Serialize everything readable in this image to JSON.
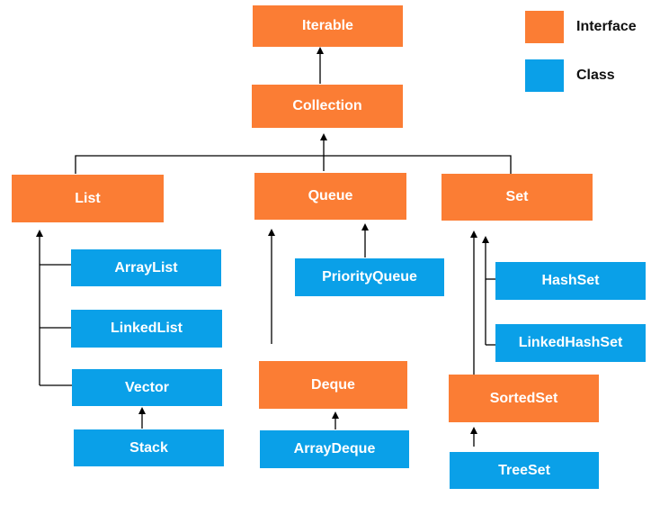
{
  "legend": {
    "interface_label": "Interface",
    "class_label": "Class",
    "interface_color": "#fb7d34",
    "class_color": "#0aa0e8"
  },
  "nodes": {
    "iterable": "Iterable",
    "collection": "Collection",
    "list": "List",
    "queue": "Queue",
    "set": "Set",
    "arraylist": "ArrayList",
    "linkedlist": "LinkedList",
    "vector": "Vector",
    "stack": "Stack",
    "priorityqueue": "PriorityQueue",
    "deque": "Deque",
    "arraydeque": "ArrayDeque",
    "hashset": "HashSet",
    "linkedhashset": "LinkedHashSet",
    "sortedset": "SortedSet",
    "treeset": "TreeSet"
  }
}
